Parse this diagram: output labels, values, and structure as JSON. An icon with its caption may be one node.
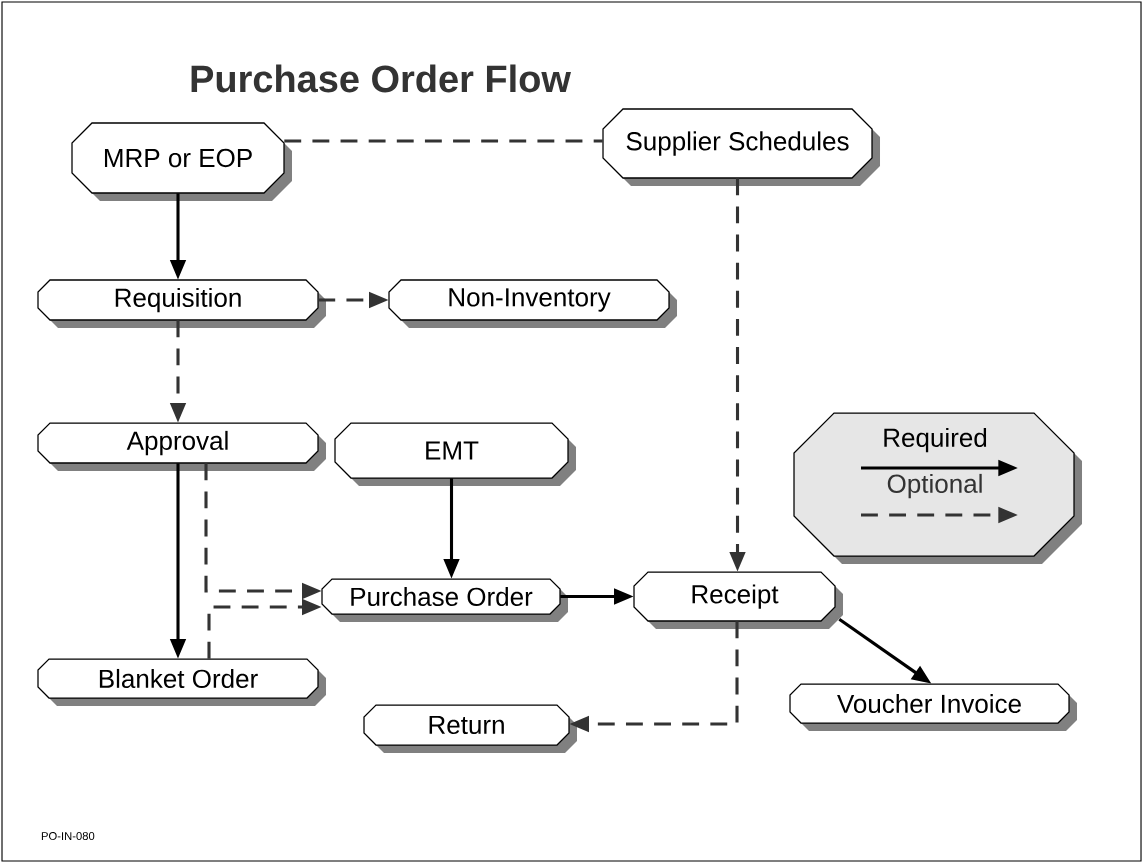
{
  "diagram": {
    "title": "Purchase Order Flow",
    "nodes": [
      {
        "text": [
          "MRP or EOP"
        ]
      },
      {
        "text": [
          "Supplier Schedules"
        ]
      },
      {
        "text": [
          "Requisition"
        ]
      },
      {
        "text": [
          "Non-Inventory"
        ]
      },
      {
        "text": [
          "Approval"
        ]
      },
      {
        "text": [
          "EMT"
        ]
      },
      {
        "text": [
          "Purchase Order"
        ]
      },
      {
        "text": [
          "Receipt"
        ]
      },
      {
        "text": [
          "Blanket Order"
        ]
      },
      {
        "text": [
          "Return"
        ]
      },
      {
        "text": [
          "Voucher Invoice"
        ]
      }
    ],
    "edges": [
      {
        "from": 0,
        "to": 1,
        "arrow": "none",
        "style": "dashed"
      },
      {
        "from": 0,
        "to": 2,
        "arrow": "to"
      },
      {
        "from": 2,
        "to": 3,
        "arrow": "to",
        "style": "dashed"
      },
      {
        "from": 2,
        "to": 4,
        "arrow": "to",
        "style": "dashed"
      },
      {
        "from": 4,
        "to": 8,
        "arrow": "to"
      },
      {
        "from": 4,
        "to": 6,
        "arrow": "to",
        "style": "dashed"
      },
      {
        "from": 8,
        "to": 6,
        "arrow": "to",
        "style": "dashed"
      },
      {
        "from": 5,
        "to": 6,
        "arrow": "to"
      },
      {
        "from": 6,
        "to": 7,
        "arrow": "to"
      },
      {
        "from": 1,
        "to": 7,
        "arrow": "to",
        "style": "dashed"
      },
      {
        "from": 7,
        "to": 10,
        "arrow": "to"
      },
      {
        "from": 7,
        "to": 9,
        "arrow": "to",
        "style": "dashed"
      }
    ],
    "labels": [
      "PO-IN-080"
    ],
    "legend": [
      {
        "text": "Required"
      },
      {
        "text": "Optional"
      }
    ]
  }
}
